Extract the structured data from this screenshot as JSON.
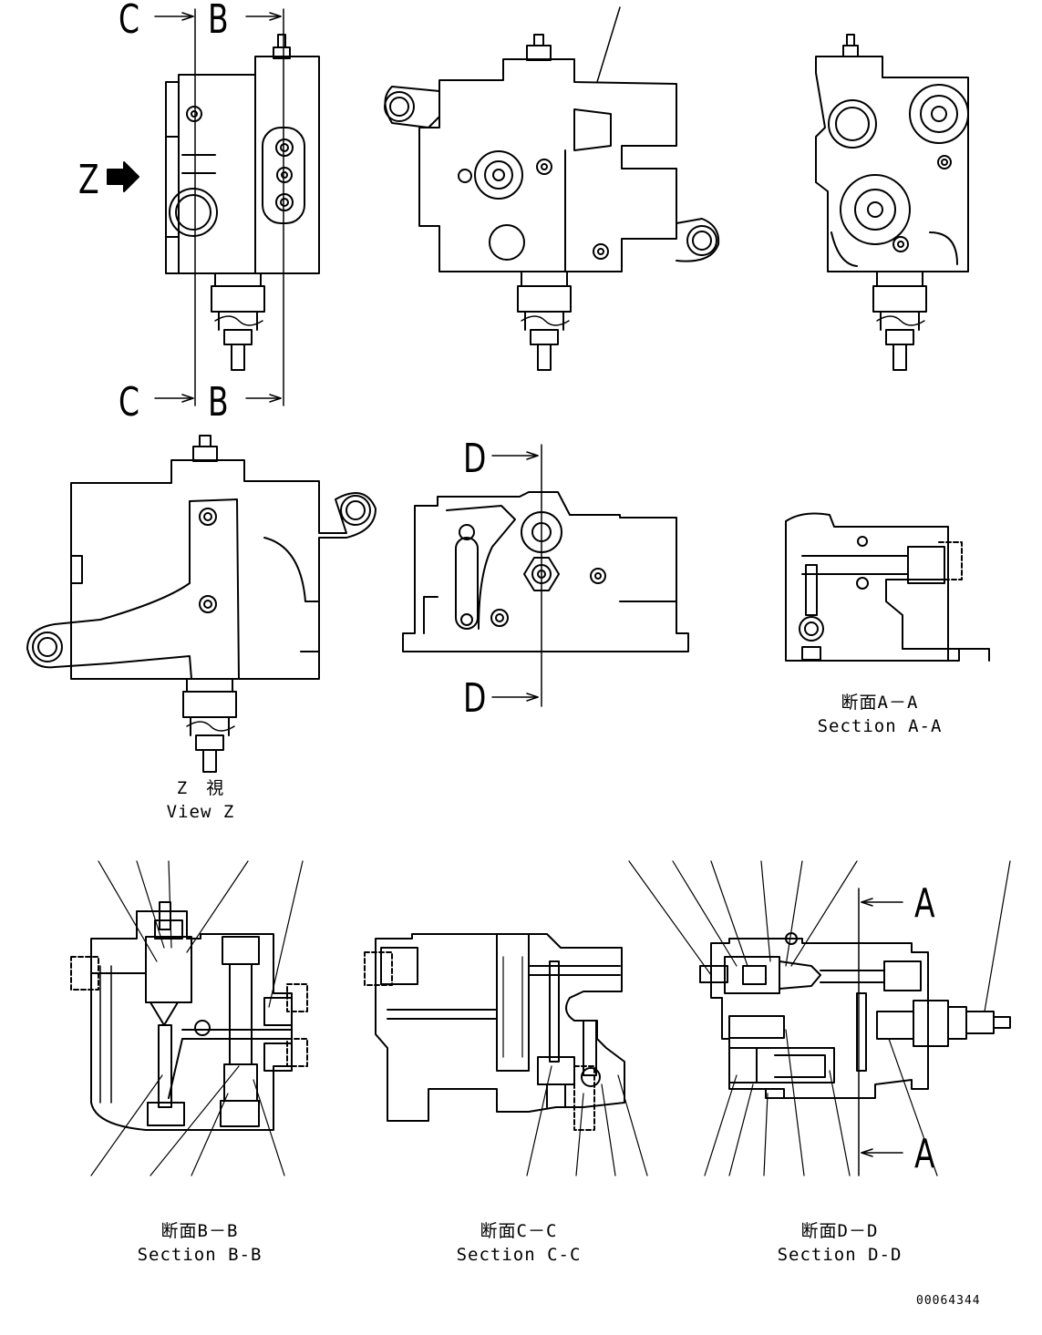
{
  "view_labels": {
    "z_jp": "Z　視",
    "z_en": "View Z",
    "aa_jp": "断面A－A",
    "aa_en": "Section A-A",
    "bb_jp": "断面B－B",
    "bb_en": "Section B-B",
    "cc_jp": "断面C－C",
    "cc_en": "Section C-C",
    "dd_jp": "断面D－D",
    "dd_en": "Section D-D"
  },
  "cut_markers": {
    "c": "C",
    "b": "B",
    "d": "D",
    "a": "A",
    "z": "Z"
  },
  "drawing_number": "00064344"
}
